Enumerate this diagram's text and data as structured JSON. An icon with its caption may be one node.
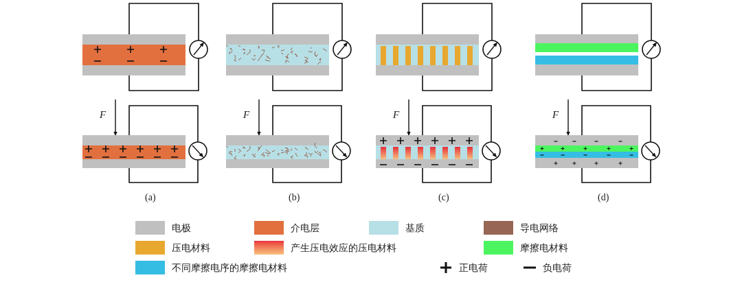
{
  "diagram": {
    "labels": [
      "F",
      "F",
      "F",
      "F",
      "(a)",
      "(b)",
      "(c)",
      "(d)"
    ],
    "legend": [
      {
        "text": "电极",
        "color": "#c0c0c0"
      },
      {
        "text": "介电层",
        "color": "#e2703f"
      },
      {
        "text": "基质",
        "color": "#b7dfe6"
      },
      {
        "text": "导电网络",
        "color": "#976655"
      },
      {
        "text": "压电材料",
        "color": "#e8a830"
      },
      {
        "text": "产生压电效应的压电材料"
      },
      {
        "text": "摩擦电材料",
        "color": "#4cf560"
      },
      {
        "text": "不同摩擦电序的摩擦电材料",
        "color": "#35bde3"
      },
      {
        "text": "正电荷"
      },
      {
        "text": "负电荷"
      }
    ]
  }
}
